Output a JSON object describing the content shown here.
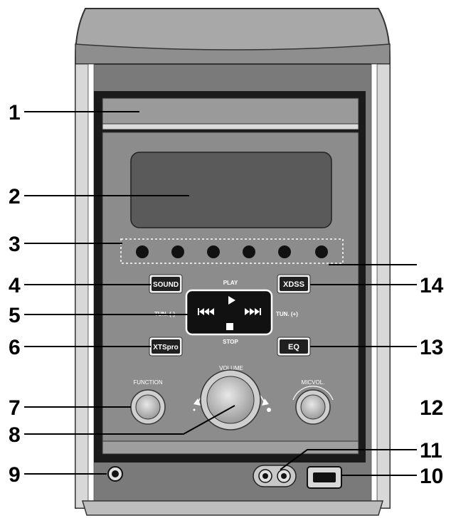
{
  "callouts": {
    "c1": "1",
    "c2": "2",
    "c3": "3",
    "c4": "4",
    "c5": "5",
    "c6": "6",
    "c7": "7",
    "c8": "8",
    "c9": "9",
    "c10": "10",
    "c11": "11",
    "c12": "12",
    "c13": "13",
    "c14": "14"
  },
  "buttons": {
    "sound": "SOUND",
    "xdss": "XDSS",
    "xtspro": "XTSpro",
    "eq": "EQ"
  },
  "transport": {
    "play": "PLAY",
    "stop": "STOP",
    "tun_minus": "TUN. (-)",
    "tun_plus": "TUN. (+)",
    "play_icon": "play-icon",
    "stop_icon": "stop-icon",
    "prev_icon": "skip-back-icon",
    "next_icon": "skip-forward-icon"
  },
  "knobs": {
    "function": "FUNCTION",
    "volume": "VOLUME",
    "micvol": "MICVOL."
  },
  "colors": {
    "panel": "#8c8c8c",
    "panel_dark": "#6e6e6e",
    "display": "#5a5a5a",
    "frame": "#1a1a1a",
    "button": "#202020"
  }
}
